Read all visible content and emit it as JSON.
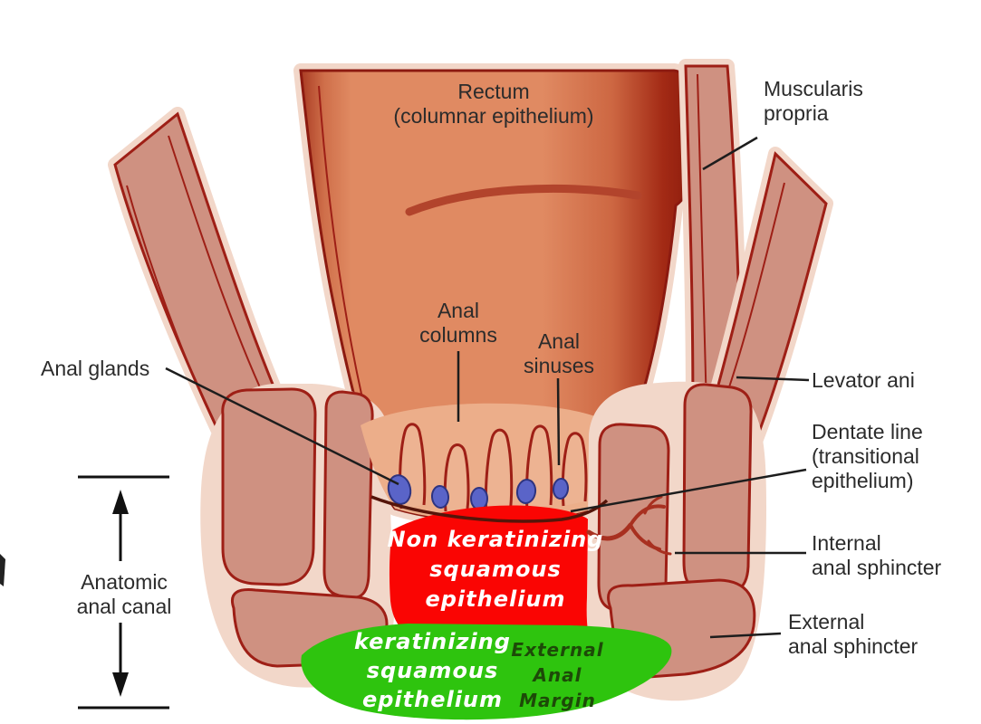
{
  "colors": {
    "background": "#ffffff",
    "label_text": "#2b2b2b",
    "leader_line": "#1d1d1d",
    "muscle": "#cf9181",
    "muscle_outline": "#9e1f16",
    "sheath": "#f2d7c9",
    "lumen_salmon": "#e08a62",
    "lumen_dark_edge": "#8e1d0d",
    "mucosa": "#ecae8a",
    "fold": "#b2442c",
    "gland": "#5a64c8",
    "gland_outline": "#2e3480",
    "red_zone": "#fa0503",
    "green_zone": "#2ec40e",
    "zone_text_light": "#ffffff",
    "zone_text_dark": "#1d4a08"
  },
  "labels": {
    "rectum": {
      "line1": "Rectum",
      "line2": "(columnar epithelium)"
    },
    "muscularis_propria": {
      "line1": "Muscularis",
      "line2": "propria"
    },
    "anal_columns": {
      "line1": "Anal",
      "line2": "columns"
    },
    "anal_sinuses": {
      "line1": "Anal",
      "line2": "sinuses"
    },
    "anal_glands": {
      "line1": "Anal glands"
    },
    "levator_ani": {
      "line1": "Levator ani"
    },
    "dentate_line": {
      "line1": "Dentate line",
      "line2": "(transitional",
      "line3": "epithelium)"
    },
    "internal_anal_sphincter": {
      "line1": "Internal",
      "line2": "anal sphincter"
    },
    "external_anal_sphincter": {
      "line1": "External",
      "line2": "anal sphincter"
    },
    "anatomic_anal_canal": {
      "line1": "Anatomic",
      "line2": "anal canal"
    }
  },
  "zones": {
    "non_keratinizing": {
      "line1": "Non keratinizing",
      "line2": "squamous",
      "line3": "epithelium"
    },
    "keratinizing": {
      "line1": "keratinizing",
      "line2": "squamous",
      "line3": "epithelium"
    },
    "external_anal_margin": {
      "line1": "External",
      "line2": "Anal",
      "line3": "Margin"
    }
  }
}
